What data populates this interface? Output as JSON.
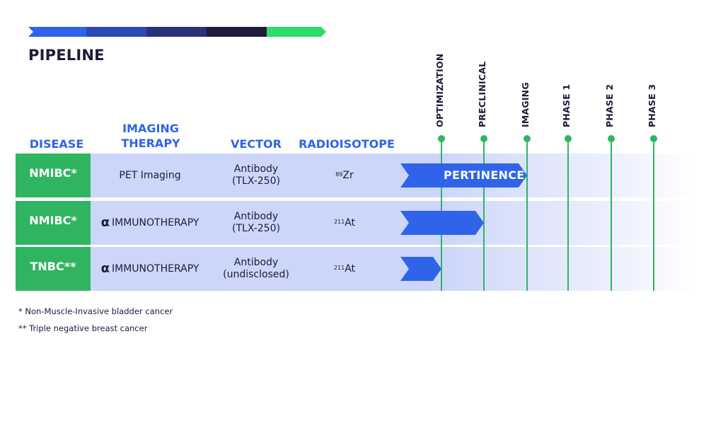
{
  "colors": {
    "strip": [
      "#2f63ea",
      "#2c4ab5",
      "#2a3178",
      "#211a3c",
      "#2edc6a"
    ],
    "accent_blue": "#2f63ea",
    "green": "#2fb55f",
    "row_bg": "#ccd6fa",
    "bar": "#2f63ea"
  },
  "page_title": "PIPELINE",
  "headers": {
    "disease": "DISEASE",
    "imaging_therapy_line1": "IMAGING",
    "imaging_therapy_line2": "THERAPY",
    "vector": "VECTOR",
    "radioisotope": "RADIOISOTOPE"
  },
  "chart_data": {
    "type": "table",
    "stages": [
      "OPTIMIZATION",
      "PRECLINICAL",
      "IMAGING",
      "PHASE 1",
      "PHASE 2",
      "PHASE 3"
    ],
    "rows": [
      {
        "disease": "NMIBC*",
        "therapy": "PET Imaging",
        "therapy_alpha": false,
        "vector_line1": "Antibody",
        "vector_line2": "(TLX-250)",
        "isotope_mass": "89",
        "isotope_symbol": "Zr",
        "progress_stage": "IMAGING",
        "progress_label": "PERTINENCE"
      },
      {
        "disease": "NMIBC*",
        "therapy": "IMMUNOTHERAPY",
        "therapy_alpha": true,
        "vector_line1": "Antibody",
        "vector_line2": "(TLX-250)",
        "isotope_mass": "211",
        "isotope_symbol": "At",
        "progress_stage": "PRECLINICAL",
        "progress_label": ""
      },
      {
        "disease": "TNBC**",
        "therapy": "IMMUNOTHERAPY",
        "therapy_alpha": true,
        "vector_line1": "Antibody",
        "vector_line2": "(undisclosed)",
        "isotope_mass": "211",
        "isotope_symbol": "At",
        "progress_stage": "OPTIMIZATION",
        "progress_label": ""
      }
    ]
  },
  "alpha_symbol": "α",
  "footnotes": {
    "note1": "* Non-Muscle-Invasive bladder cancer",
    "note2": "** Triple negative breast cancer"
  }
}
